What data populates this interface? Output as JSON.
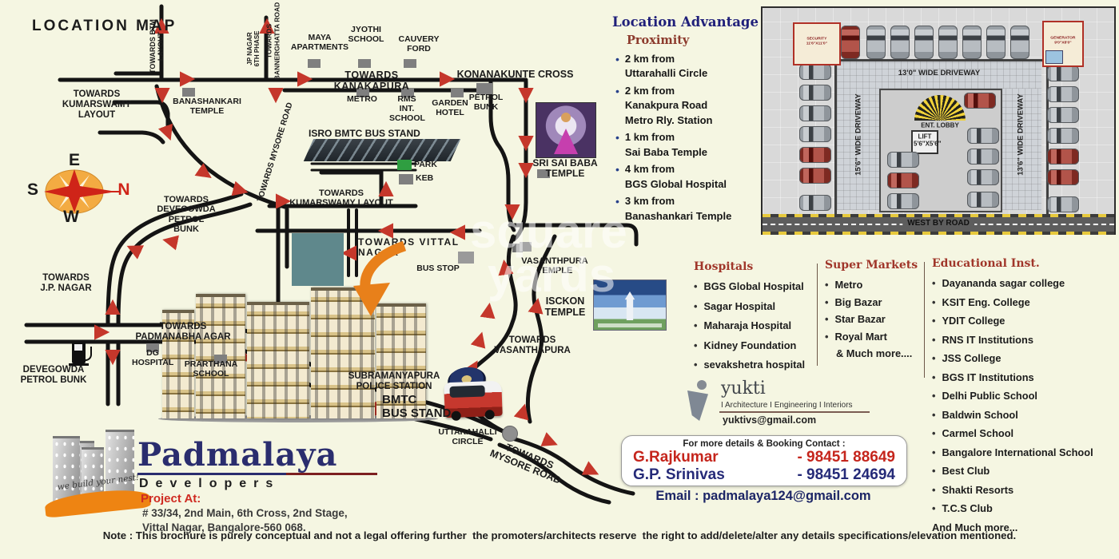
{
  "map": {
    "labels": {
      "location_map": "LOCATION MAP",
      "towards_btm": "TOWARDS BTM LAYOUT",
      "jp_nagar_6th": "JP NAGAR\n6TH PHASE",
      "towards_bannerghatta": "TOWARDS BANNERGHATTA ROAD",
      "maya": "MAYA\nAPARTMENTS",
      "jyothi": "JYOTHI\nSCHOOL",
      "cauvery": "CAUVERY\nFORD",
      "kanakapura": "TOWARDS KANAKAPURA",
      "konanakunte": "KONANAKUNTE CROSS",
      "kumarswamy_left": "TOWARDS\nKUMARSWAMY\nLAYOUT",
      "banashankari": "BANASHANKARI\nTEMPLE",
      "metro": "METRO",
      "rms": "RMS\nINT.\nSCHOOL",
      "garden": "GARDEN\nHOTEL",
      "petrol_bunk": "PETROL\nBUNK",
      "isro": "ISRO BMTC BUS STAND",
      "park": "PARK",
      "keb": "KEB",
      "mysore_rot": "TOWARDS MYSORE ROAD",
      "sai_baba": "SRI SAI BABA\nTEMPLE",
      "kumarswamy_2": "TOWARDS\nKUMARSWAMY LAYOUT",
      "devegowda_towards": "TOWARDS\nDEVEGOWDA\nPETROL\nBUNK",
      "jp_nagar": "TOWARDS\nJ.P. NAGAR",
      "vittal_nagar": "TOWARDS VITTAL NAGAR",
      "bus_stop": "BUS STOP",
      "vasanthpura": "VASANTHPURA\nTEMPLE",
      "isckon": "ISCKON\nTEMPLE",
      "towards_vasanthapura": "TOWARDS\nVASANTHAPURA",
      "padmanabha": "TOWARDS\nPADMANABHA AGAR",
      "dg": "DG\nHOSPITAL",
      "prarthana": "PRARTHANA\nSCHOOL",
      "devegowda_pb": "DEVEGOWDA\nPETROL BUNK",
      "police": "SUBRAMANYAPURA\nPOLICE STATION",
      "bmtc": "BMTC\nBUS STAND",
      "uttarahalli": "UTTARAHALLI\nCIRCLE",
      "mysore_2": "TOWARDS\nMYSORE ROAD",
      "compass_e": "E",
      "compass_n": "N",
      "compass_s": "S",
      "compass_w": "W"
    }
  },
  "location_advantage": {
    "title": "Location Advantage",
    "subtitle": "Proximity",
    "items": [
      "2 km from\nUttarahalli Circle",
      "2 km from\nKanakpura Road\nMetro Rly. Station",
      "1  km from\nSai Baba Temple",
      "4 km from\nBGS Global Hospital",
      "3 km from\nBanashankari Temple"
    ]
  },
  "site_plan": {
    "security": "SECURITY\n11'6\"X11'0\"",
    "generator": "GENERATOR\n9'0\"X8'0\"",
    "driveway_top": "13'0\" WIDE DRIVEWAY",
    "driveway_left": "15'6\" WIDE DRIVEWAY",
    "driveway_right": "13'6\" WIDE DRIVEWAY",
    "lobby": "ENT. LOBBY",
    "lift": "LIFT\n5'6\"X5'6\"",
    "road": "WEST BY ROAD"
  },
  "directory": {
    "hospitals": {
      "title": "Hospitals",
      "items": [
        "BGS Global Hospital",
        "Sagar Hospital",
        "Maharaja Hospital",
        "Kidney Foundation",
        "sevakshetra hospital"
      ]
    },
    "super_markets": {
      "title": "Super Markets",
      "items": [
        "Metro",
        "Big Bazar",
        "Star Bazar",
        "Royal Mart"
      ],
      "footer": "& Much more...."
    },
    "educational": {
      "title": "Educational Inst.",
      "items": [
        "Dayananda sagar college",
        "KSIT Eng. College",
        "YDIT College",
        "RNS IT  Institutions",
        "JSS College",
        "BGS  IT  Institutions",
        "Delhi Public School",
        "Baldwin School",
        "Carmel School",
        "Bangalore International School",
        "Best Club",
        "Shakti Resorts",
        "T.C.S Club"
      ],
      "footer": "And Much more..."
    }
  },
  "yukti": {
    "name": "yukti",
    "tagline": "I Architecture I Engineering I Interiors",
    "email": "yuktivs@gmail.com"
  },
  "contact": {
    "header": "For more details & Booking Contact :",
    "rows": [
      {
        "name": "G.Rajkumar",
        "phone": "- 98451 88649",
        "color": "#c5251c"
      },
      {
        "name": "G.P. Srinivas",
        "phone": "- 98451 24694",
        "color": "#252a78"
      }
    ],
    "email": "Email : padmalaya124@gmail.com"
  },
  "brand": {
    "name": "Padmalaya",
    "division": "Developers",
    "tagline": "we build your nest!",
    "project_label": "Project At:",
    "address": "# 33/34, 2nd Main, 6th Cross, 2nd Stage,\nVittal Nagar, Bangalore-560 068."
  },
  "note": "Note : This brochure is purely conceptual and not a legal offering further  the promoters/architects reserve  the right to add/delete/alter any details specifications/elevation mentioned.",
  "watermark": {
    "line1": "square",
    "line2": "yards"
  },
  "colors": {
    "accent_red": "#c5251c",
    "accent_navy": "#252a78",
    "map_bg": "#f5f6e2",
    "park_green": "#2f9e41",
    "arrow_red": "#c5372b"
  }
}
